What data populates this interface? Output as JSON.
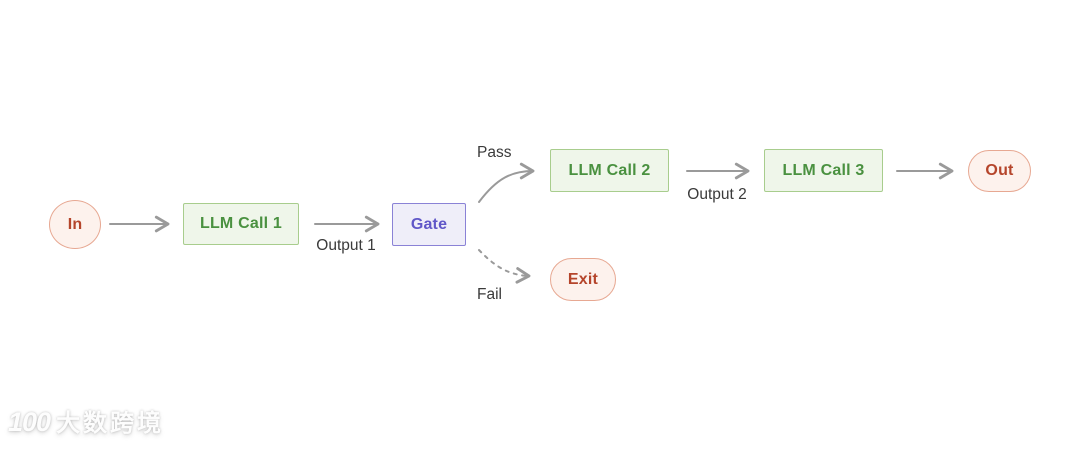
{
  "diagram": {
    "type": "flowchart",
    "nodes": [
      {
        "id": "in",
        "label": "In",
        "shape": "circle",
        "palette": "red"
      },
      {
        "id": "llm1",
        "label": "LLM Call 1",
        "shape": "rect",
        "palette": "green"
      },
      {
        "id": "gate",
        "label": "Gate",
        "shape": "rect",
        "palette": "purple"
      },
      {
        "id": "llm2",
        "label": "LLM Call 2",
        "shape": "rect",
        "palette": "green"
      },
      {
        "id": "llm3",
        "label": "LLM Call 3",
        "shape": "rect",
        "palette": "green"
      },
      {
        "id": "exit",
        "label": "Exit",
        "shape": "pill",
        "palette": "red"
      },
      {
        "id": "out",
        "label": "Out",
        "shape": "pill",
        "palette": "red"
      }
    ],
    "edges": [
      {
        "from": "in",
        "to": "llm1",
        "label": "",
        "style": "solid"
      },
      {
        "from": "llm1",
        "to": "gate",
        "label": "Output 1",
        "style": "solid"
      },
      {
        "from": "gate",
        "to": "llm2",
        "label": "Pass",
        "style": "solid"
      },
      {
        "from": "gate",
        "to": "exit",
        "label": "Fail",
        "style": "dashed"
      },
      {
        "from": "llm2",
        "to": "llm3",
        "label": "Output 2",
        "style": "solid"
      },
      {
        "from": "llm3",
        "to": "out",
        "label": "",
        "style": "solid"
      }
    ],
    "colors": {
      "background": "#ffffff",
      "green_fill": "#eff6ea",
      "green_border": "#a8cd8d",
      "green_text": "#4a9140",
      "purple_fill": "#efeef9",
      "purple_border": "#8a82d6",
      "purple_text": "#6057c8",
      "red_fill": "#fdf2ed",
      "red_border": "#e7a892",
      "red_text": "#b5452b",
      "arrow": "#9a9a9a",
      "label_text": "#3a3a3a"
    },
    "watermark": {
      "logo_text": "100",
      "brand_text": "大数跨境"
    }
  }
}
